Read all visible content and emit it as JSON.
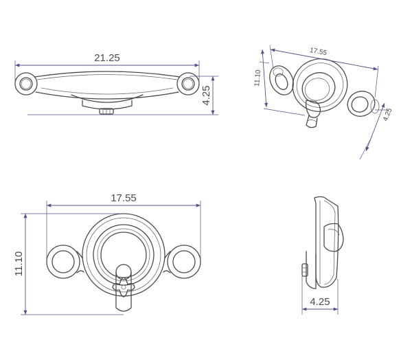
{
  "drawing": {
    "top_view": {
      "width_label": "21.25",
      "height_label": "4.25"
    },
    "iso_view": {
      "width_label": "17.55",
      "height_label": "11.10",
      "depth_label": "4.25"
    },
    "front_view": {
      "width_label": "17.55",
      "height_label": "11.10"
    },
    "side_view": {
      "depth_label": "4.25"
    },
    "colors": {
      "outline": "#4a4a4a",
      "dimension": "#5a4e8a",
      "background": "#ffffff"
    }
  }
}
